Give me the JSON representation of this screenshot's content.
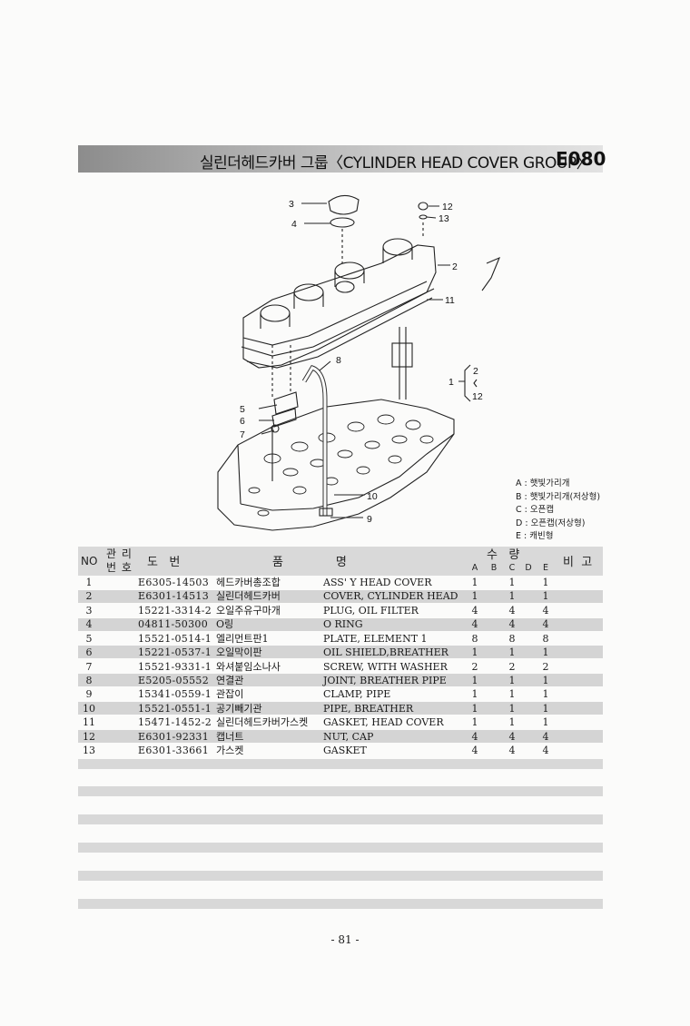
{
  "header": {
    "title": "실린더헤드카버 그룹〈CYLINDER HEAD COVER GROUP〉",
    "code": "E080"
  },
  "diagram": {
    "callouts": [
      "3",
      "4",
      "12",
      "13",
      "2",
      "11",
      "8",
      "1",
      "2",
      "12",
      "5",
      "6",
      "7",
      "10",
      "9"
    ]
  },
  "legend": [
    "A : 햇빛가리개",
    "B : 햇빛가리개(저상형)",
    "C : 오픈캡",
    "D : 오픈캡(저상형)",
    "E : 캐빈형"
  ],
  "table": {
    "col_no": "NO",
    "col_mgmt": [
      "관 리",
      "번 호"
    ],
    "col_part_no": "도   번",
    "col_name": "품              명",
    "col_qty": "수   량",
    "qty_cols": [
      "A",
      "B",
      "C",
      "D",
      "E"
    ],
    "col_remark": "비  고",
    "rows": [
      {
        "no": "1",
        "part_no": "E6305-14503",
        "kr": "헤드카버총조합",
        "en": "ASS' Y HEAD COVER",
        "a": "1",
        "c": "1",
        "e": "1"
      },
      {
        "no": "2",
        "part_no": "E6301-14513",
        "kr": "실린더헤드카버",
        "en": "COVER, CYLINDER HEAD",
        "a": "1",
        "c": "1",
        "e": "1"
      },
      {
        "no": "3",
        "part_no": "15221-3314-2",
        "kr": "오일주유구마개",
        "en": "PLUG, OIL FILTER",
        "a": "4",
        "c": "4",
        "e": "4"
      },
      {
        "no": "4",
        "part_no": "04811-50300",
        "kr": "O링",
        "en": "O RING",
        "a": "4",
        "c": "4",
        "e": "4"
      },
      {
        "no": "5",
        "part_no": "15521-0514-1",
        "kr": "엘리먼트판1",
        "en": "PLATE, ELEMENT 1",
        "a": "8",
        "c": "8",
        "e": "8"
      },
      {
        "no": "6",
        "part_no": "15221-0537-1",
        "kr": "오일막이판",
        "en": "OIL SHIELD,BREATHER",
        "a": "1",
        "c": "1",
        "e": "1"
      },
      {
        "no": "7",
        "part_no": "15521-9331-1",
        "kr": "와셔붙임소나사",
        "en": "SCREW, WITH WASHER",
        "a": "2",
        "c": "2",
        "e": "2"
      },
      {
        "no": "8",
        "part_no": "E5205-05552",
        "kr": "연결관",
        "en": "JOINT, BREATHER PIPE",
        "a": "1",
        "c": "1",
        "e": "1"
      },
      {
        "no": "9",
        "part_no": "15341-0559-1",
        "kr": "관잡이",
        "en": "CLAMP, PIPE",
        "a": "1",
        "c": "1",
        "e": "1"
      },
      {
        "no": "10",
        "part_no": "15521-0551-1",
        "kr": "공기빼기관",
        "en": "PIPE, BREATHER",
        "a": "1",
        "c": "1",
        "e": "1"
      },
      {
        "no": "11",
        "part_no": "15471-1452-2",
        "kr": "실린더헤드카버가스켓",
        "en": "GASKET, HEAD COVER",
        "a": "1",
        "c": "1",
        "e": "1"
      },
      {
        "no": "12",
        "part_no": "E6301-92331",
        "kr": "캡너트",
        "en": "NUT, CAP",
        "a": "4",
        "c": "4",
        "e": "4"
      },
      {
        "no": "13",
        "part_no": "E6301-33661",
        "kr": "가스켓",
        "en": "GASKET",
        "a": "4",
        "c": "4",
        "e": "4"
      }
    ]
  },
  "footer": {
    "page": "- 81 -"
  }
}
